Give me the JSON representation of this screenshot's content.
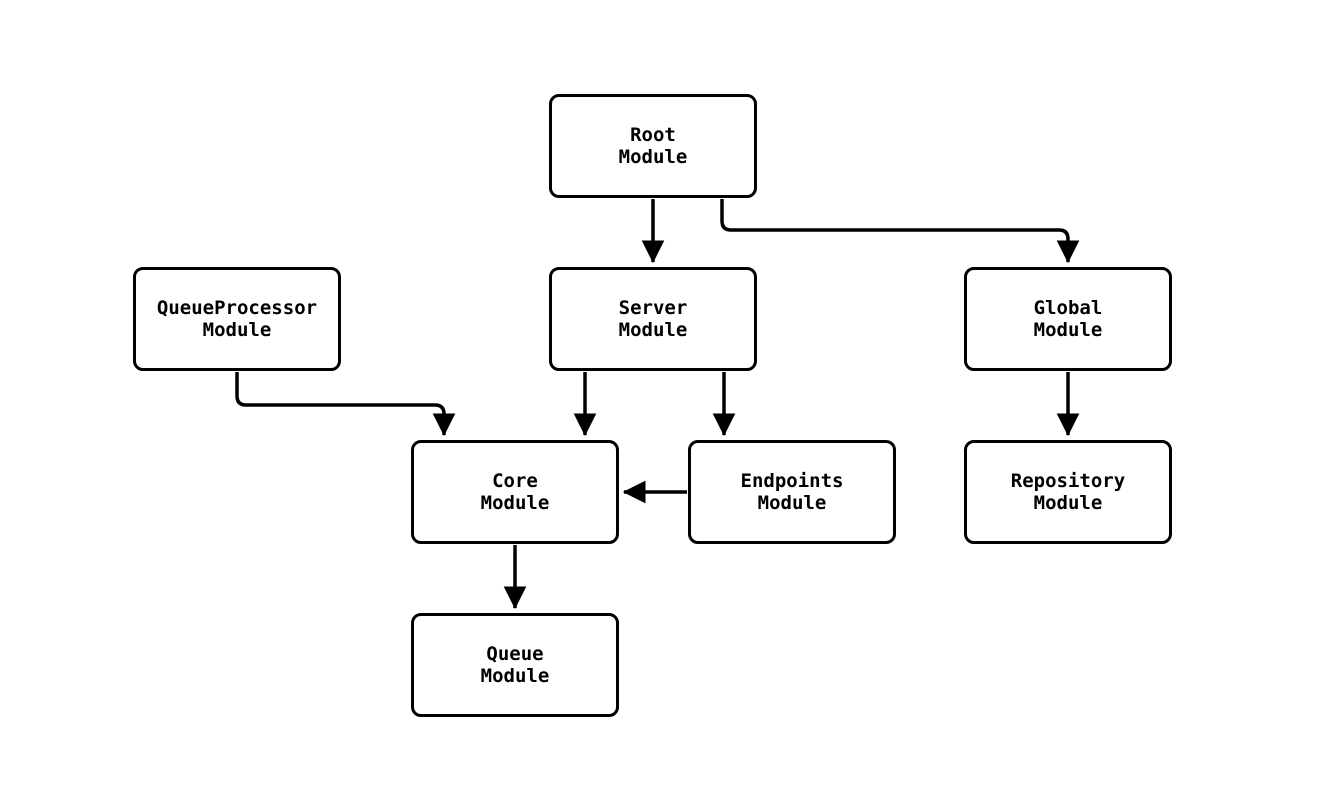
{
  "diagram": {
    "type": "flowchart",
    "direction": "top-down",
    "colors": {
      "background": "#ffffff",
      "node_fill": "#ffffff",
      "node_border": "#000000",
      "edge_stroke": "#000000",
      "text": "#000000"
    },
    "nodes": {
      "root": {
        "line1": "Root",
        "line2": "Module",
        "label": "Root Module"
      },
      "queueprocessor": {
        "line1": "QueueProcessor",
        "line2": "Module",
        "label": "QueueProcessor Module"
      },
      "server": {
        "line1": "Server",
        "line2": "Module",
        "label": "Server Module"
      },
      "global": {
        "line1": "Global",
        "line2": "Module",
        "label": "Global Module"
      },
      "core": {
        "line1": "Core",
        "line2": "Module",
        "label": "Core Module"
      },
      "endpoints": {
        "line1": "Endpoints",
        "line2": "Module",
        "label": "Endpoints Module"
      },
      "repository": {
        "line1": "Repository",
        "line2": "Module",
        "label": "Repository Module"
      },
      "queue": {
        "line1": "Queue",
        "line2": "Module",
        "label": "Queue Module"
      }
    },
    "edges": [
      {
        "from": "Root Module",
        "to": "Server Module",
        "arrow": "filled-triangle"
      },
      {
        "from": "Root Module",
        "to": "Global Module",
        "arrow": "filled-triangle"
      },
      {
        "from": "QueueProcessor Module",
        "to": "Core Module",
        "arrow": "filled-triangle"
      },
      {
        "from": "Server Module",
        "to": "Core Module",
        "arrow": "filled-triangle"
      },
      {
        "from": "Server Module",
        "to": "Endpoints Module",
        "arrow": "filled-triangle"
      },
      {
        "from": "Endpoints Module",
        "to": "Core Module",
        "arrow": "filled-triangle"
      },
      {
        "from": "Global Module",
        "to": "Repository Module",
        "arrow": "filled-triangle"
      },
      {
        "from": "Core Module",
        "to": "Queue Module",
        "arrow": "filled-triangle"
      }
    ]
  }
}
